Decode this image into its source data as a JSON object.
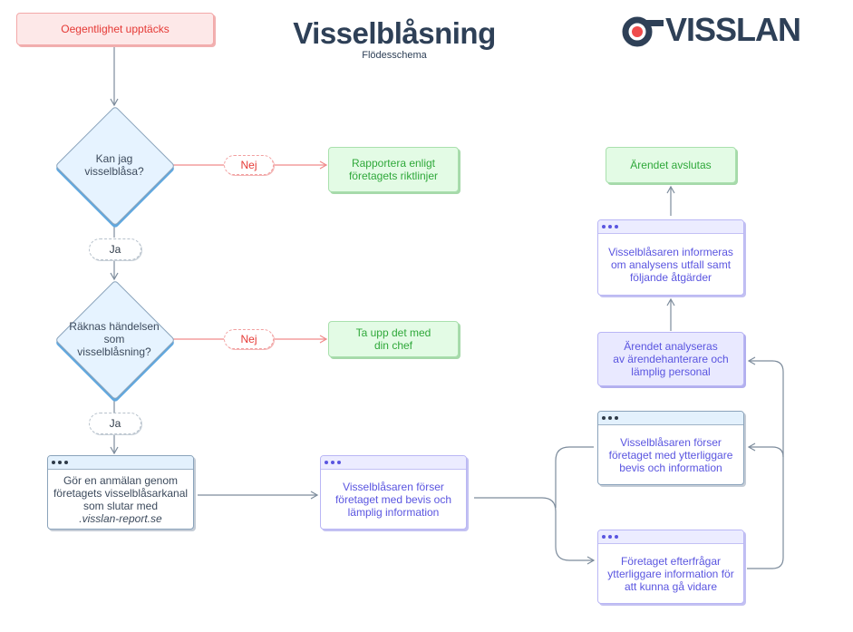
{
  "header": {
    "title": "Visselblåsning",
    "subtitle": "Flödesschema",
    "logo_text": "VISSLAN",
    "logo_icon": "whistle-icon"
  },
  "colors": {
    "navy": "#2e4057",
    "red": "#e53935",
    "green": "#2fa83a",
    "purple": "#5a55e0",
    "line": "#7d8c9c",
    "red_line": "#f08a8a"
  },
  "nodes": {
    "start": "Oegentlighet upptäcks",
    "decision1": [
      "Kan jag",
      "visselblåsa?"
    ],
    "decision2": [
      "Räknas händelsen",
      "som",
      "visselblåsning?"
    ],
    "no_label": "Nej",
    "yes_label": "Ja",
    "outcome1": [
      "Rapportera enligt",
      "företagets riktlinjer"
    ],
    "outcome2": [
      "Ta upp det med",
      "din chef"
    ],
    "report": [
      "Gör en anmälan genom",
      "företagets visselblåsarkanal",
      "som slutar med"
    ],
    "report_domain": ".visslan-report.se",
    "evidence": [
      "Visselblåsaren förser",
      "företaget med bevis och",
      "lämplig information"
    ],
    "more_evidence": [
      "Visselblåsaren förser",
      "företaget med ytterliggare",
      "bevis och information"
    ],
    "request_info": [
      "Företaget efterfrågar",
      "ytterliggare information för",
      "att kunna gå vidare"
    ],
    "analysis": [
      "Ärendet analyseras",
      "av ärendehanterare och",
      "lämplig personal"
    ],
    "informed": [
      "Visselblåsaren informeras",
      "om analysens utfall samt",
      "följande åtgärder"
    ],
    "closed": "Ärendet avslutas"
  }
}
